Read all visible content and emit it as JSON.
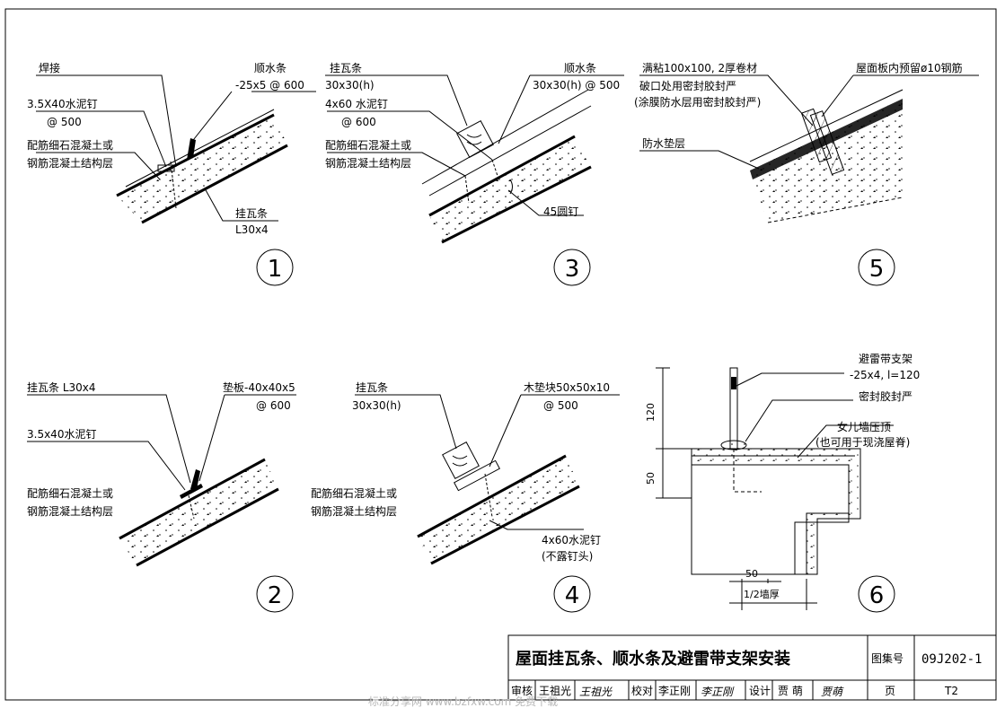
{
  "details": {
    "d1": {
      "number": "1",
      "weld": "焊接",
      "batten_name": "顺水条",
      "batten_spec": "-25x5 @ 600",
      "nail_spec": "3.5X40水泥钉",
      "nail_spacing": "@ 500",
      "structure_line1": "配筋细石混凝土或",
      "structure_line2": "钢筋混凝土结构层",
      "tile_strip_name": "挂瓦条",
      "tile_strip_spec": "L30x4"
    },
    "d2": {
      "number": "2",
      "tile_strip": "挂瓦条 L30x4",
      "pad_spec": "垫板-40x40x5",
      "pad_spacing": "@ 600",
      "nail_spec": "3.5x40水泥钉",
      "structure_line1": "配筋细石混凝土或",
      "structure_line2": "钢筋混凝土结构层"
    },
    "d3": {
      "number": "3",
      "tile_strip_name": "挂瓦条",
      "tile_strip_spec": "30x30(h)",
      "batten_name": "顺水条",
      "batten_spec": "30x30(h) @ 500",
      "nail_spec": "4x60 水泥钉",
      "nail_spacing": "@ 600",
      "structure_line1": "配筋细石混凝土或",
      "structure_line2": "钢筋混凝土结构层",
      "round_nail": "45圆钉"
    },
    "d4": {
      "number": "4",
      "tile_strip_name": "挂瓦条",
      "tile_strip_spec": "30x30(h)",
      "block_spec": "木垫块50x50x10",
      "block_spacing": "@ 500",
      "structure_line1": "配筋细石混凝土或",
      "structure_line2": "钢筋混凝土结构层",
      "nail_spec": "4x60水泥钉",
      "nail_note": "(不露钉头)"
    },
    "d5": {
      "number": "5",
      "membrane": "满粘100x100, 2厚卷材",
      "seal_note": "破口处用密封胶封严",
      "seal_note2": "(涂膜防水层用密封胶封严)",
      "rebar": "屋面板内预留ø10钢筋",
      "underlay": "防水垫层"
    },
    "d6": {
      "number": "6",
      "bracket_name": "避雷带支架",
      "bracket_spec": "-25x4, l=120",
      "sealant": "密封胶封严",
      "coping": "女儿墙压顶",
      "coping_note": "(也可用于现浇屋脊)",
      "dim_120": "120",
      "dim_50_vert": "50",
      "dim_50_horiz": "50",
      "half_wall": "1/2墙厚"
    }
  },
  "title_block": {
    "title": "屋面挂瓦条、顺水条及避雷带支架安装",
    "atlas_label": "图集号",
    "atlas_no": "09J202-1",
    "review_label": "审核",
    "reviewer": "王祖光",
    "reviewer_sig": "王祖光",
    "check_label": "校对",
    "checker": "李正刚",
    "checker_sig": "李正刚",
    "design_label": "设计",
    "designer": "贾 萌",
    "designer_sig": "贾萌",
    "page_label": "页",
    "page_no": "T2"
  },
  "watermark": "标准分享网 www.bzfxw.com 免费下载"
}
